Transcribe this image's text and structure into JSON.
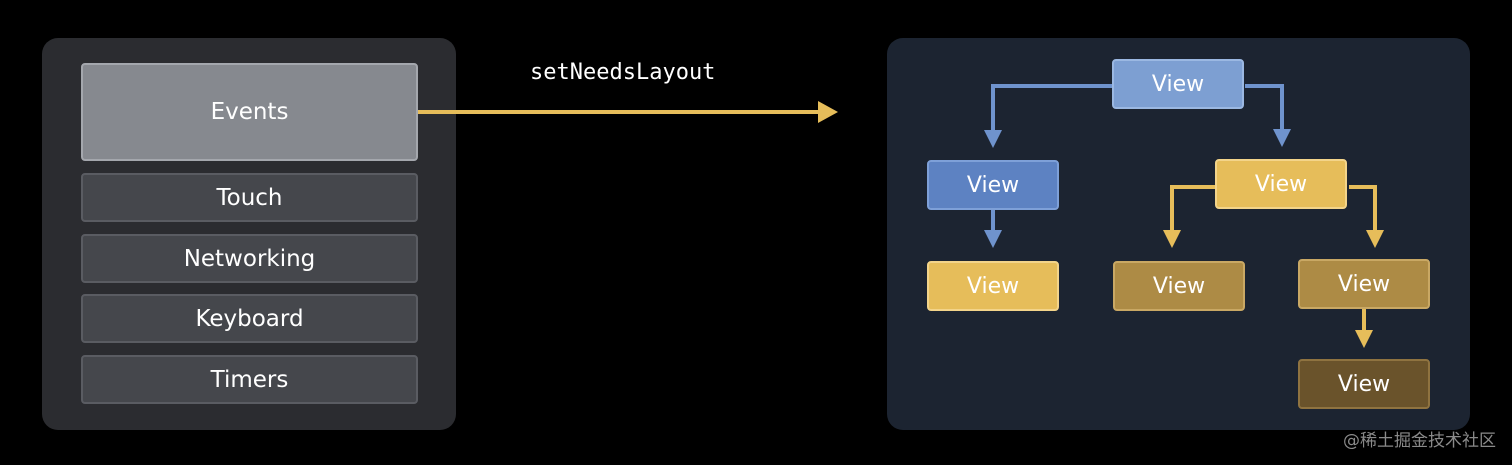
{
  "arrow_label": "setNeedsLayout",
  "event_sources": [
    {
      "label": "Events"
    },
    {
      "label": "Touch"
    },
    {
      "label": "Networking"
    },
    {
      "label": "Keyboard"
    },
    {
      "label": "Timers"
    }
  ],
  "view_tree": [
    {
      "label": "View",
      "state": "blue-light"
    },
    {
      "label": "View",
      "state": "blue"
    },
    {
      "label": "View",
      "state": "yellow"
    },
    {
      "label": "View",
      "state": "yellow"
    },
    {
      "label": "View",
      "state": "gold"
    },
    {
      "label": "View",
      "state": "gold"
    },
    {
      "label": "View",
      "state": "brown"
    }
  ],
  "watermark": "@稀土掘金技术社区",
  "colors": {
    "arrow_yellow": "#e6bd5a",
    "arrow_blue": "#6f93cd",
    "blue_light": "#7d9fd2",
    "blue": "#5d82c2",
    "yellow": "#e6bd5a",
    "gold": "#ad8b45",
    "brown": "#6a532b"
  }
}
